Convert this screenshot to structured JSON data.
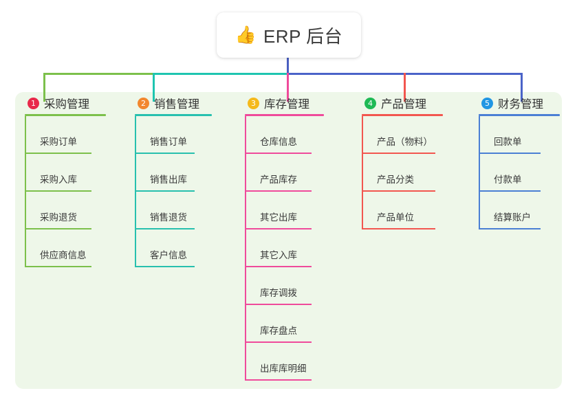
{
  "root": {
    "icon": "thumbs-up-icon",
    "icon_glyph": "👍",
    "title": "ERP 后台"
  },
  "palette": {
    "panel_bg": "#eef7e9",
    "page_bg": "#ffffff",
    "root_connector": "#4a5fc1"
  },
  "columns": [
    {
      "index": "1",
      "title": "采购管理",
      "badge_color": "#e8294a",
      "line_color": "#7cc04b",
      "connector_color": "#7cc04b",
      "items": [
        {
          "label": "采购订单"
        },
        {
          "label": "采购入库"
        },
        {
          "label": "采购退货"
        },
        {
          "label": "供应商信息"
        }
      ]
    },
    {
      "index": "2",
      "title": "销售管理",
      "badge_color": "#f2872e",
      "line_color": "#27c0ae",
      "connector_color": "#1ec5b0",
      "items": [
        {
          "label": "销售订单"
        },
        {
          "label": "销售出库"
        },
        {
          "label": "销售退货"
        },
        {
          "label": "客户信息"
        }
      ]
    },
    {
      "index": "3",
      "title": "库存管理",
      "badge_color": "#f5b91b",
      "line_color": "#ef4a9b",
      "connector_color": "#ef4a9b",
      "items": [
        {
          "label": "仓库信息"
        },
        {
          "label": "产品库存"
        },
        {
          "label": "其它出库"
        },
        {
          "label": "其它入库"
        },
        {
          "label": "库存调拨"
        },
        {
          "label": "库存盘点"
        },
        {
          "label": "出库库明细"
        }
      ]
    },
    {
      "index": "4",
      "title": "产品管理",
      "badge_color": "#1eb955",
      "line_color": "#f2564f",
      "connector_color": "#f2564f",
      "items": [
        {
          "label": "产品（物料）"
        },
        {
          "label": "产品分类"
        },
        {
          "label": "产品单位"
        }
      ]
    },
    {
      "index": "5",
      "title": "财务管理",
      "badge_color": "#2196e3",
      "line_color": "#4a7fd4",
      "connector_color": "#4a63c8",
      "items": [
        {
          "label": "回款单"
        },
        {
          "label": "付款单"
        },
        {
          "label": "结算账户"
        }
      ]
    }
  ]
}
